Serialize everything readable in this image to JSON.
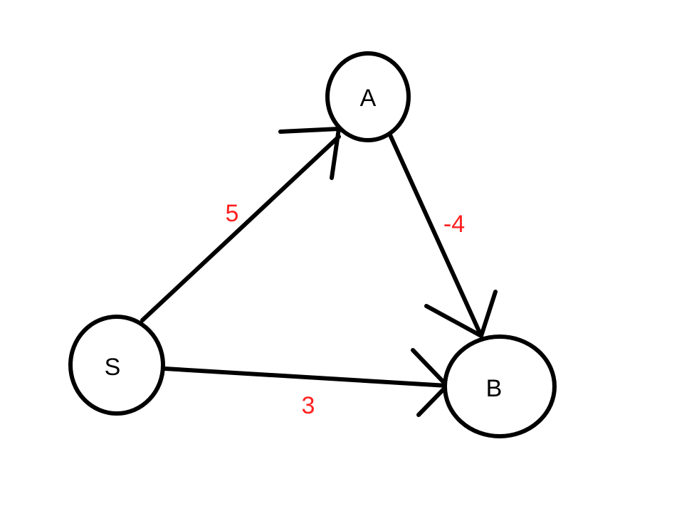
{
  "colors": {
    "stroke": "#000000",
    "weight": "#ff2020",
    "background": "#ffffff"
  },
  "graph": {
    "nodes": [
      {
        "id": "S",
        "label": "S"
      },
      {
        "id": "A",
        "label": "A"
      },
      {
        "id": "B",
        "label": "B"
      }
    ],
    "edges": [
      {
        "from": "S",
        "to": "A",
        "weight": "5"
      },
      {
        "from": "A",
        "to": "B",
        "weight": "-4"
      },
      {
        "from": "S",
        "to": "B",
        "weight": "3"
      }
    ]
  }
}
